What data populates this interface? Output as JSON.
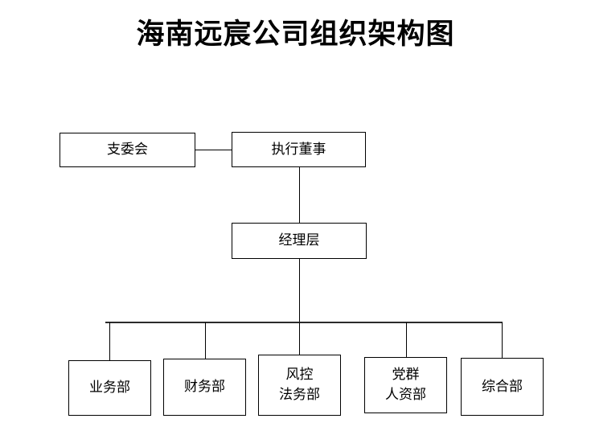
{
  "chart": {
    "title": "海南远宸公司组织架构图",
    "background_color": "#ffffff",
    "line_color": "#000000",
    "text_color": "#000000",
    "type": "organization-chart"
  },
  "nodes": {
    "party_committee": {
      "label": "支委会",
      "level": 1
    },
    "exec_director": {
      "label": "执行董事",
      "level": 1
    },
    "management": {
      "label": "经理层",
      "level": 2
    },
    "departments": [
      {
        "label": "业务部"
      },
      {
        "label": "财务部"
      },
      {
        "label": "风控\n法务部"
      },
      {
        "label": "党群\n人资部"
      },
      {
        "label": "综合部"
      }
    ]
  }
}
